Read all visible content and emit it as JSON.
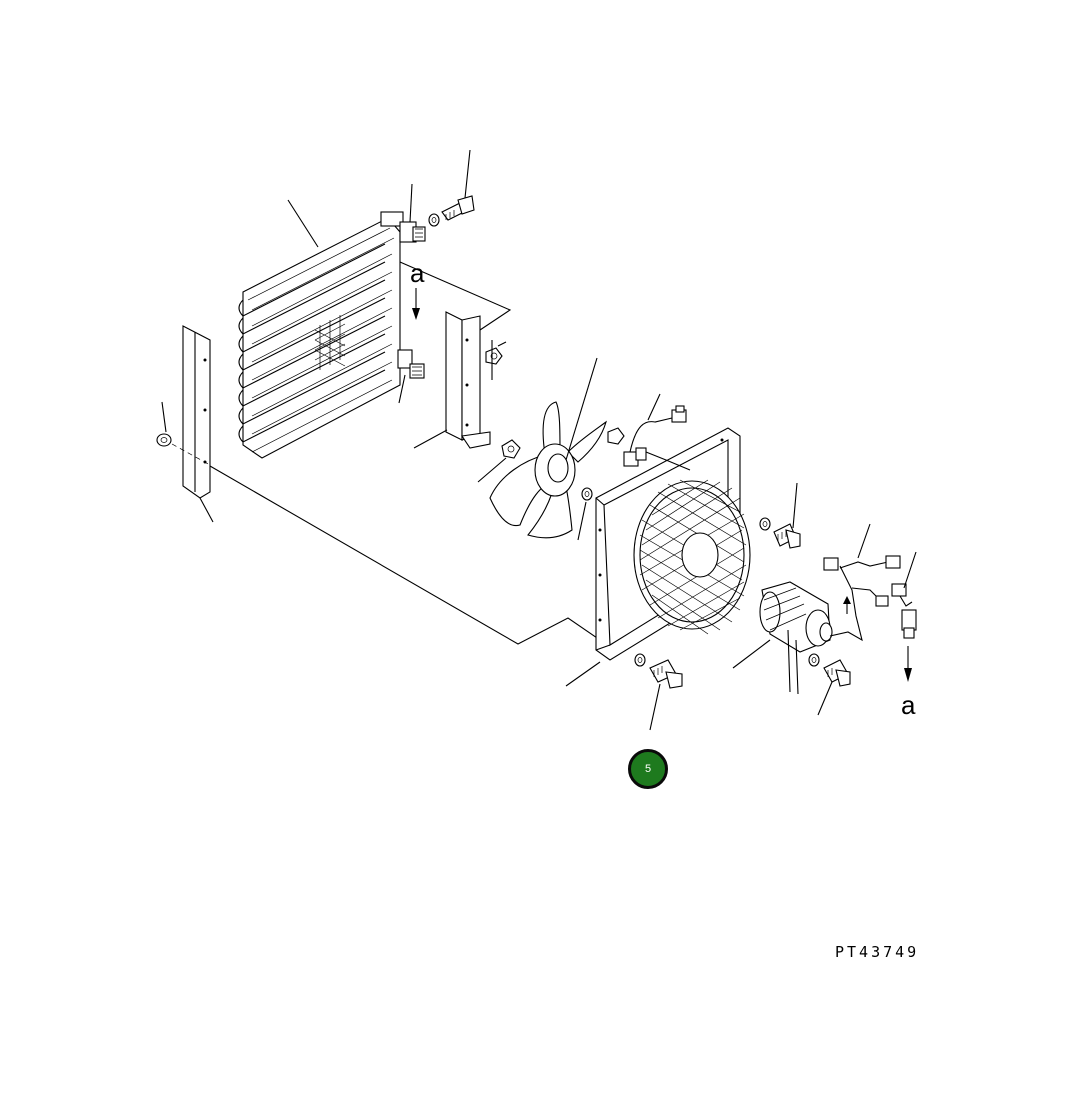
{
  "diagram": {
    "drawing_code": "PT43749",
    "labels": {
      "ref_top": "a",
      "ref_bottom": "a"
    },
    "callout": {
      "number": "5",
      "color": "#1e7a1e",
      "border_color": "#0a0a0a"
    }
  }
}
